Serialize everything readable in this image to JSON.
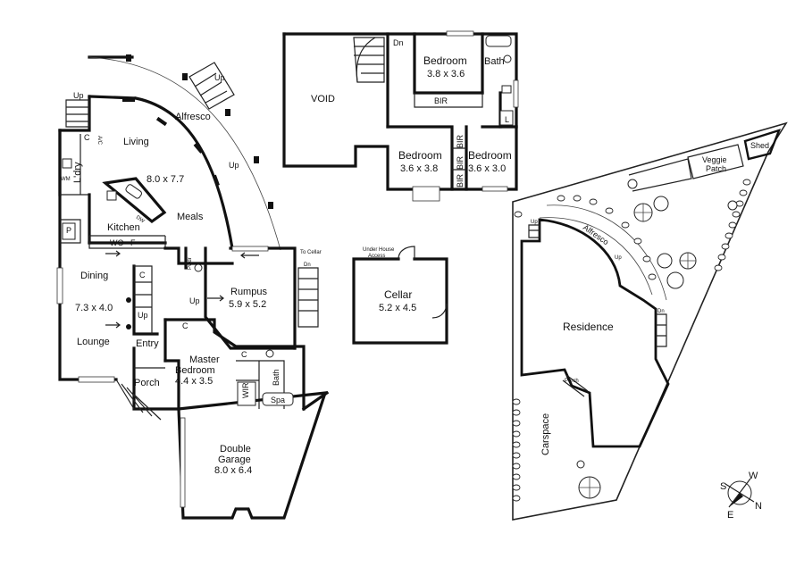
{
  "ground_floor": {
    "alfresco": "Alfresco",
    "up_alfresco": "Up",
    "up_laundry": "Up",
    "living": "Living",
    "living_dim": "8.0 x 7.7",
    "laundry": "L'dry",
    "wm": "WM",
    "c_laundry": "C",
    "ac": "A/C",
    "kitchen": "Kitchen",
    "dw": "DW",
    "meals": "Meals",
    "up_meals": "Up",
    "wo": "WO",
    "f": "F",
    "p": "P",
    "dining": "Dining",
    "dining_dim": "7.3 x 4.0",
    "c_stair": "C",
    "up_stair": "Up",
    "lounge": "Lounge",
    "entry": "Entry",
    "porch": "Porch",
    "pwdr": "Pwdr",
    "up_rumpus": "Up",
    "rumpus": "Rumpus",
    "rumpus_dim": "5.9 x 5.2",
    "to_cellar": "To Cellar",
    "dn_cellar": "Dn",
    "c_hall": "C",
    "c_master": "C",
    "master": "Master",
    "bedroom": "Bedroom",
    "master_dim": "4.4 x 3.5",
    "wir": "WIR",
    "bath": "Bath",
    "spa": "Spa",
    "garage1": "Double",
    "garage2": "Garage",
    "garage_dim": "8.0 x 6.4"
  },
  "upper_floor": {
    "void": "VOID",
    "dn": "Dn",
    "bed1": "Bedroom",
    "bed1_dim": "3.8 x 3.6",
    "bath": "Bath",
    "bir1": "BIR",
    "l": "L",
    "bed2": "Bedroom",
    "bed2_dim": "3.6 x 3.8",
    "bir_a": "BIR",
    "bir_b": "BIR",
    "bir_c": "BIR",
    "bed3": "Bedroom",
    "bed3_dim": "3.6 x 3.0"
  },
  "cellar": {
    "note1": "Under House",
    "note2": "Access",
    "name": "Cellar",
    "dim": "5.2 x 4.5"
  },
  "site": {
    "veggie1": "Veggie",
    "veggie2": "Patch",
    "shed": "Shed",
    "alfresco": "Alfresco",
    "up1": "Up",
    "up2": "Up",
    "residence": "Residence",
    "dn": "Dn",
    "porch": "Porch",
    "carspace": "Carspace"
  },
  "compass": {
    "s": "S",
    "w": "W",
    "e": "E",
    "n": "N"
  }
}
